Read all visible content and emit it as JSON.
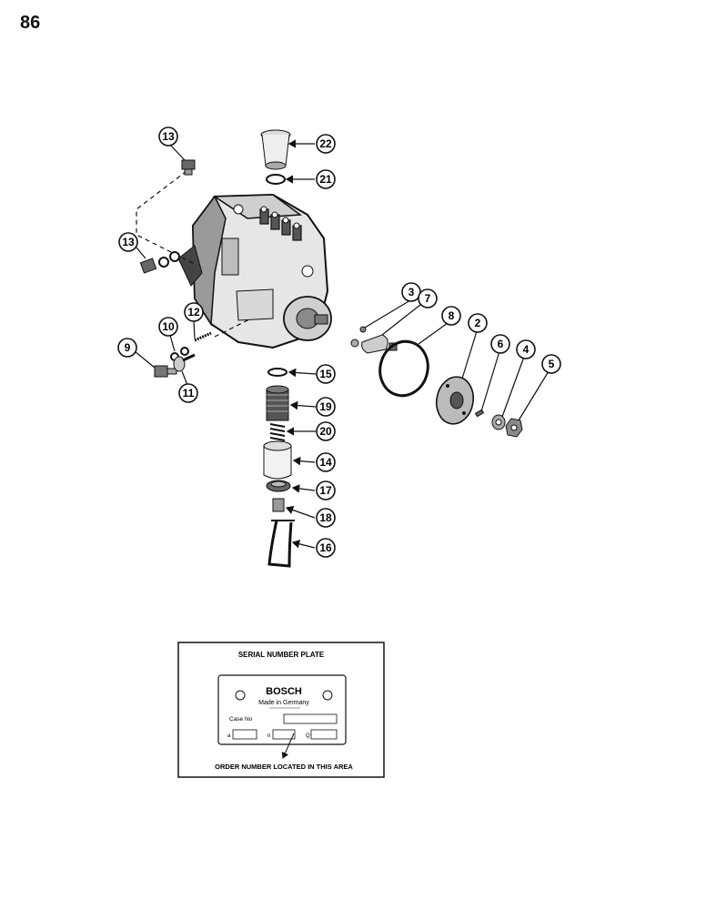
{
  "page_number": "86",
  "callouts": [
    "13",
    "22",
    "21",
    "13",
    "12",
    "10",
    "9",
    "11",
    "3",
    "7",
    "8",
    "2",
    "6",
    "4",
    "5",
    "15",
    "19",
    "20",
    "14",
    "17",
    "18",
    "16"
  ],
  "serial_plate": {
    "title": "SERIAL NUMBER PLATE",
    "brand": "BOSCH",
    "made_in": "Made in Germany",
    "case_label": "Case No",
    "field_a": "a",
    "field_n": "n",
    "field_q": "Q",
    "order_note": "ORDER NUMBER LOCATED IN THIS AREA"
  }
}
